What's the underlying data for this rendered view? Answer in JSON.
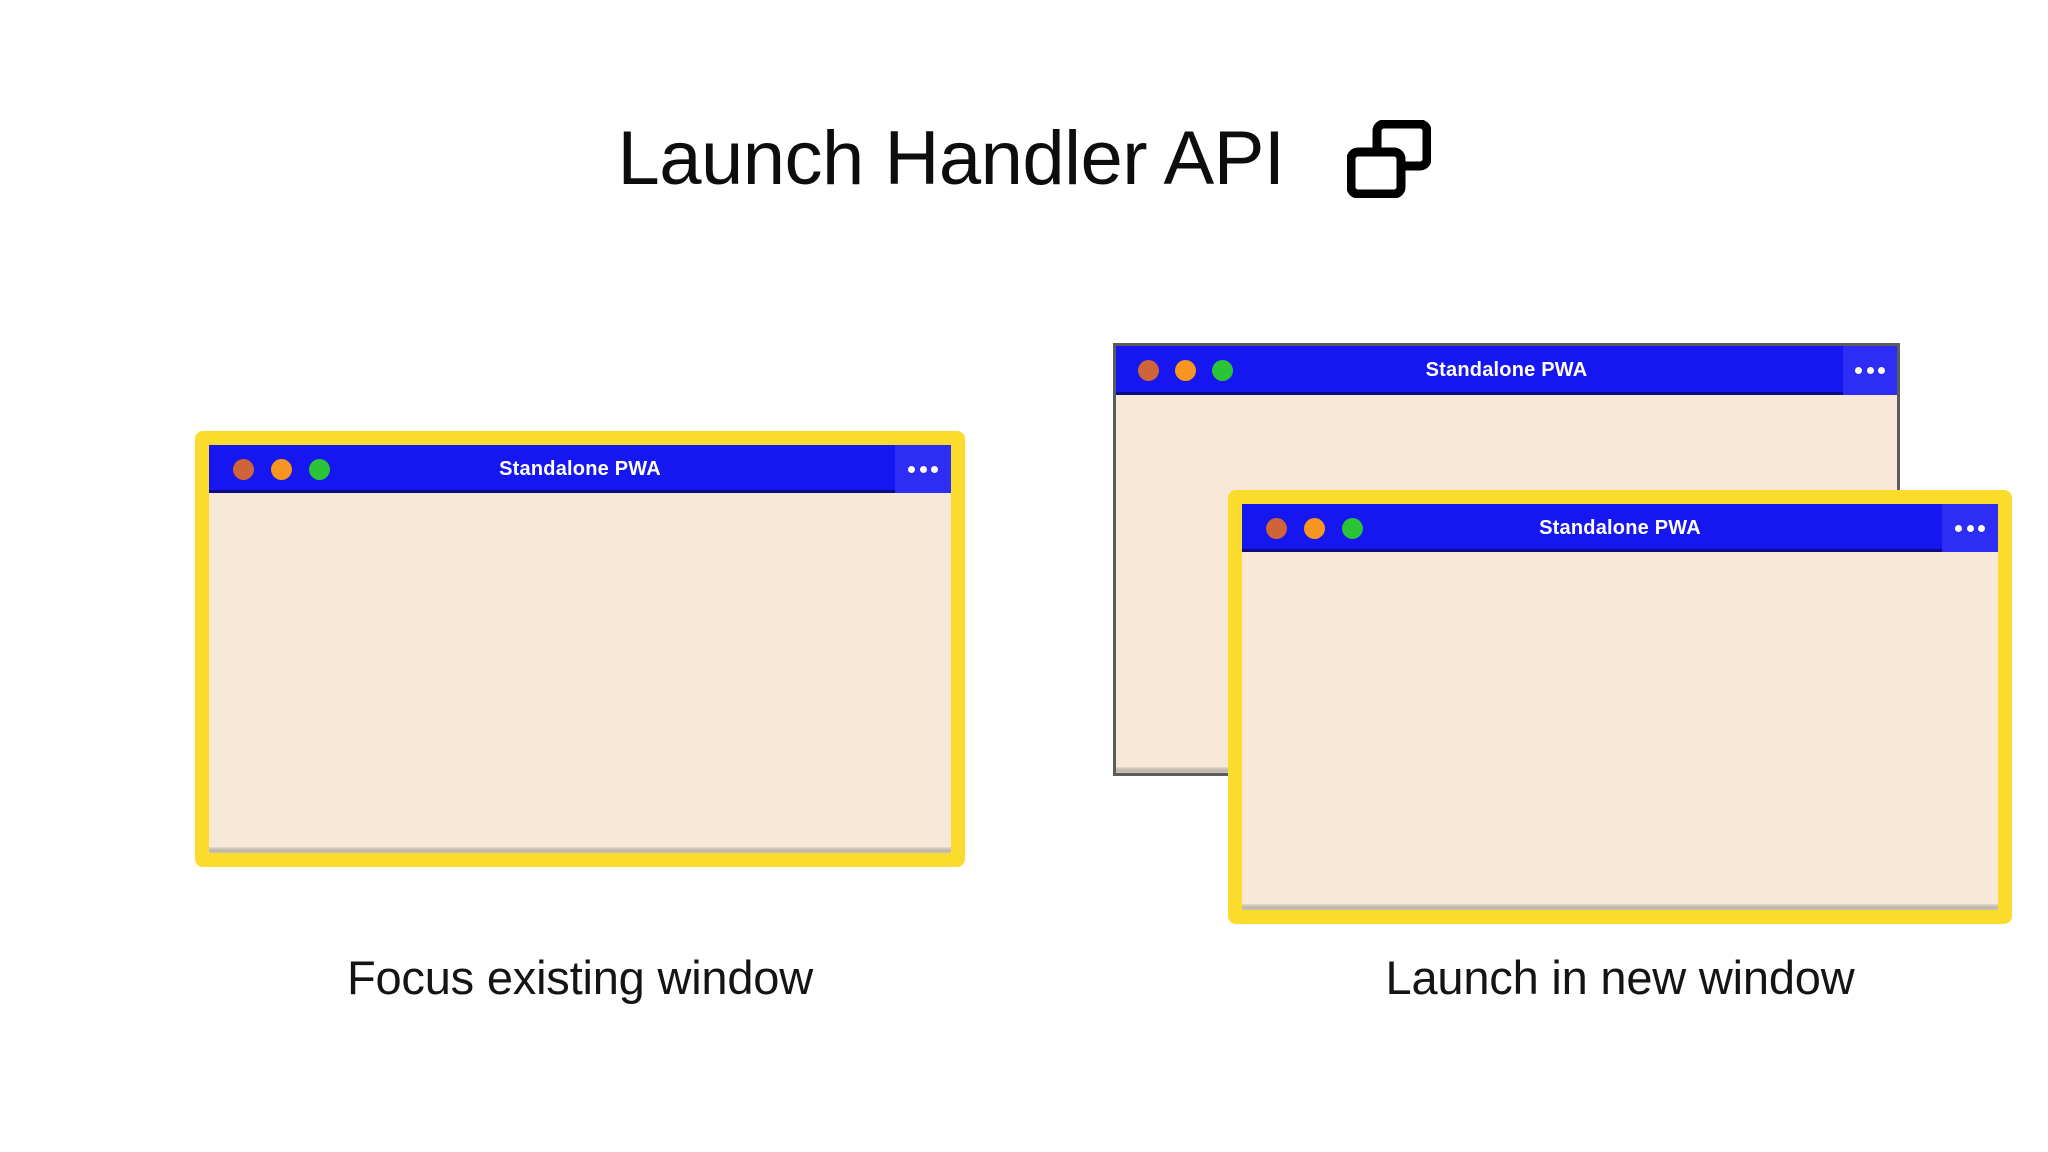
{
  "header": {
    "title": "Launch Handler API",
    "icon": "overlapping-windows-icon"
  },
  "colors": {
    "background": "#ffffff",
    "titlebar_blue": "#1616f0",
    "menu_button_blue": "#2d2df5",
    "window_body_cream": "#f7e8d7",
    "highlight_border_yellow": "#fbdb2b",
    "plain_border_gray": "#5c5c5c",
    "dot_close": "#cf6438",
    "dot_minimize": "#f79520",
    "dot_maximize": "#2bc437",
    "text_dark": "#0d0d0d"
  },
  "panels": [
    {
      "id": "focus",
      "caption": "Focus existing window",
      "windows": [
        {
          "id": "focus-window",
          "title": "Standalone PWA",
          "highlighted": true,
          "menu_label": "…",
          "traffic_lights": [
            "close",
            "minimize",
            "maximize"
          ]
        }
      ]
    },
    {
      "id": "launch",
      "caption": "Launch in new window",
      "windows": [
        {
          "id": "back-window",
          "title": "Standalone PWA",
          "highlighted": false,
          "menu_label": "…",
          "traffic_lights": [
            "close",
            "minimize",
            "maximize"
          ]
        },
        {
          "id": "front-window",
          "title": "Standalone PWA",
          "highlighted": true,
          "menu_label": "…",
          "traffic_lights": [
            "close",
            "minimize",
            "maximize"
          ]
        }
      ]
    }
  ]
}
